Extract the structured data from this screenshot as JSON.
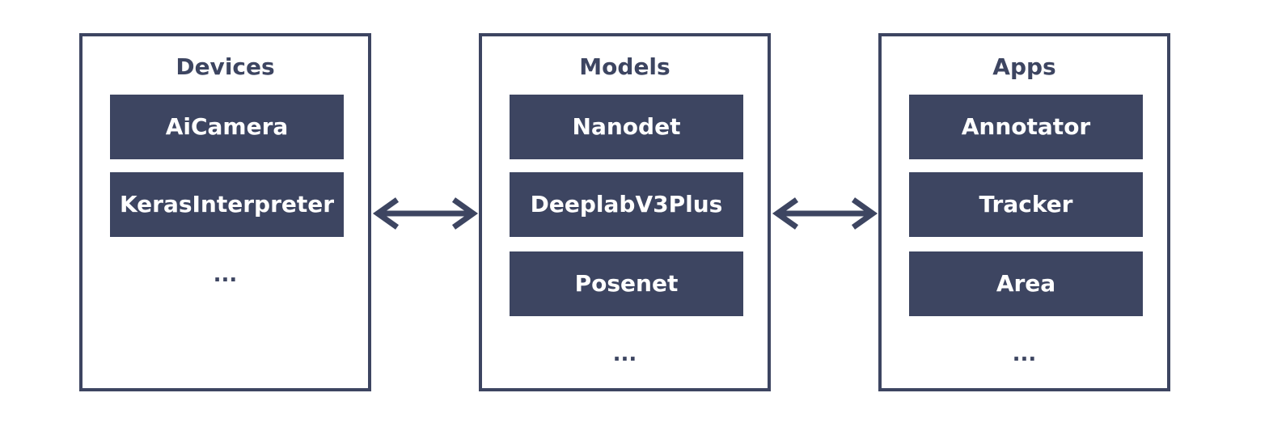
{
  "columns": [
    {
      "title": "Devices",
      "items": [
        "AiCamera",
        "KerasInterpreter"
      ],
      "more": "..."
    },
    {
      "title": "Models",
      "items": [
        "Nanodet",
        "DeeplabV3Plus",
        "Posenet"
      ],
      "more": "..."
    },
    {
      "title": "Apps",
      "items": [
        "Annotator",
        "Tracker",
        "Area"
      ],
      "more": "..."
    }
  ],
  "colors": {
    "primary": "#3d4561",
    "background": "#ffffff",
    "box_text": "#ffffff"
  },
  "connectors": [
    {
      "from": "Devices",
      "to": "Models",
      "icon": "double-arrow-icon"
    },
    {
      "from": "Models",
      "to": "Apps",
      "icon": "double-arrow-icon"
    }
  ]
}
